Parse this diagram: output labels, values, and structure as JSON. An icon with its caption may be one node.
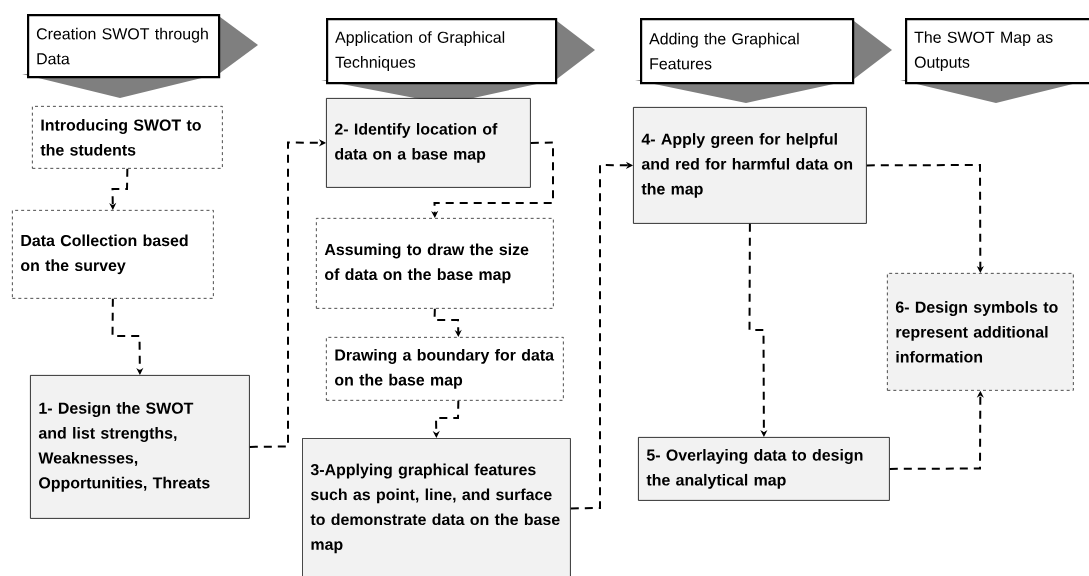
{
  "diagram": {
    "nodes": [
      {
        "text": [
          "Creation SWOT through Data"
        ]
      },
      {
        "text": [
          "Application of Graphical Techniques"
        ]
      },
      {
        "text": [
          "Adding the Graphical Features"
        ]
      },
      {
        "text": [
          "The SWOT Map as Outputs"
        ]
      },
      {
        "text": [
          "Introducing SWOT to the students"
        ]
      },
      {
        "text": [
          "Data Collection based on the survey"
        ]
      },
      {
        "text": [
          "1- Design the SWOT and list strengths, Weaknesses, Opportunities, Threats"
        ]
      },
      {
        "text": [
          "2- Identify location of data on a base map"
        ]
      },
      {
        "text": [
          "Assuming to draw the size of data on the base map"
        ]
      },
      {
        "text": [
          "Drawing a  boundary for data on the base map"
        ]
      },
      {
        "text": [
          "3-Applying graphical features such as point, line, and surface to demonstrate data on the base map"
        ]
      },
      {
        "text": [
          "4- Apply green for helpful and red for harmful data on the map"
        ]
      },
      {
        "text": [
          "6- Design symbols to represent additional information"
        ]
      },
      {
        "text": [
          "5- Overlaying data to design the analytical map"
        ]
      }
    ],
    "edges": [
      {
        "from": 4,
        "to": 5,
        "arrow": "to",
        "style": "dashed"
      },
      {
        "from": 5,
        "to": 6,
        "arrow": "to",
        "style": "dashed"
      },
      {
        "from": 6,
        "to": 7,
        "arrow": "to",
        "style": "dashed"
      },
      {
        "from": 7,
        "to": 8,
        "arrow": "to",
        "style": "dashed"
      },
      {
        "from": 8,
        "to": 9,
        "arrow": "to",
        "style": "dashed"
      },
      {
        "from": 9,
        "to": 10,
        "arrow": "to",
        "style": "dashed"
      },
      {
        "from": 10,
        "to": 11,
        "arrow": "to",
        "style": "dashed"
      },
      {
        "from": 11,
        "to": 13,
        "arrow": "to",
        "style": "dashed"
      },
      {
        "from": 11,
        "to": 12,
        "arrow": "to",
        "style": "dashed"
      },
      {
        "from": 13,
        "to": 12,
        "arrow": "to",
        "style": "dashed"
      }
    ]
  }
}
